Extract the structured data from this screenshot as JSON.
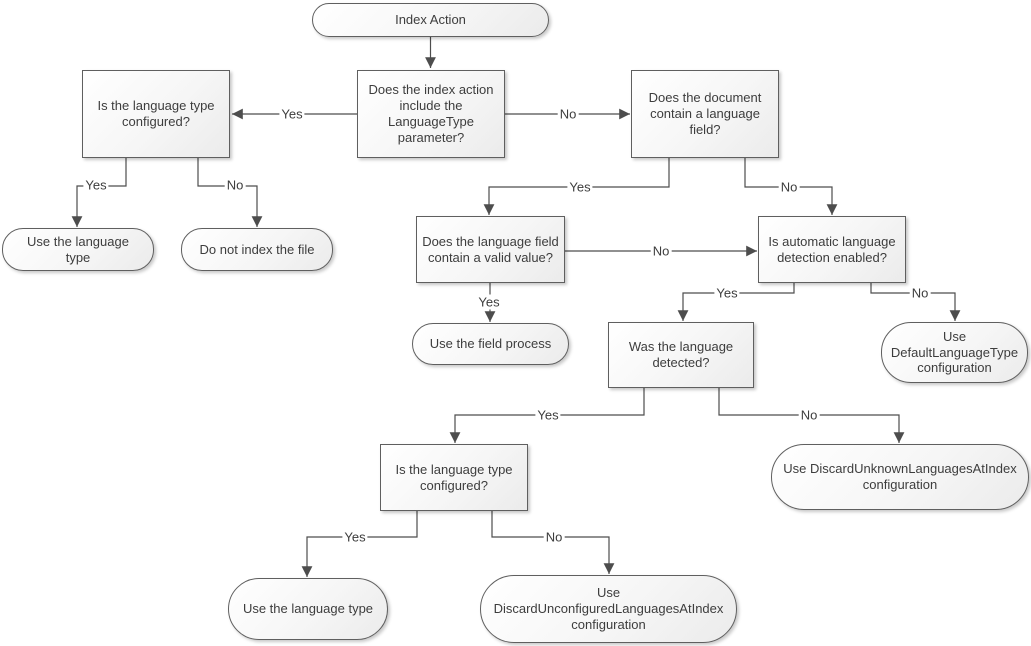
{
  "diagram": {
    "type": "flowchart",
    "topic": "Index Action language handling decision tree",
    "colors": {
      "background": "#ffffff",
      "node_border": "#5f5f5f",
      "node_fill_light": "#ffffff",
      "node_fill_dark": "#ebebeb",
      "connector_line": "#4d4d4d",
      "text": "#3d3d3d"
    },
    "nodes": {
      "start": {
        "shape": "terminal",
        "label": "Index Action"
      },
      "d1": {
        "shape": "decision",
        "label": "Does the index action include the LanguageType parameter?"
      },
      "d2": {
        "shape": "decision",
        "label": "Is the language type configured?"
      },
      "d3": {
        "shape": "decision",
        "label": "Does the document contain a language field?"
      },
      "t1": {
        "shape": "terminal",
        "label": "Use the language type"
      },
      "t2": {
        "shape": "terminal",
        "label": "Do not index the file"
      },
      "d4": {
        "shape": "decision",
        "label": "Does the language field contain a valid value?"
      },
      "d5": {
        "shape": "decision",
        "label": "Is automatic language detection enabled?"
      },
      "t3": {
        "shape": "terminal",
        "label": "Use the field process"
      },
      "d6": {
        "shape": "decision",
        "label": "Was the language detected?"
      },
      "t4": {
        "shape": "terminal",
        "label": "Use DefaultLanguageType configuration"
      },
      "t5": {
        "shape": "terminal",
        "label": "Use DiscardUnknownLanguagesAtIndex configuration"
      },
      "d7": {
        "shape": "decision",
        "label": "Is the language type configured?"
      },
      "t6": {
        "shape": "terminal",
        "label": "Use the language type"
      },
      "t7": {
        "shape": "terminal",
        "label": "Use DiscardUnconfiguredLanguagesAtIndex configuration"
      }
    },
    "edges": {
      "d1_yes": "Yes",
      "d1_no": "No",
      "d2_yes": "Yes",
      "d2_no": "No",
      "d3_yes": "Yes",
      "d3_no": "No",
      "d4_yes": "Yes",
      "d4_no": "No",
      "d5_yes": "Yes",
      "d5_no": "No",
      "d6_yes": "Yes",
      "d6_no": "No",
      "d7_yes": "Yes",
      "d7_no": "No"
    }
  }
}
